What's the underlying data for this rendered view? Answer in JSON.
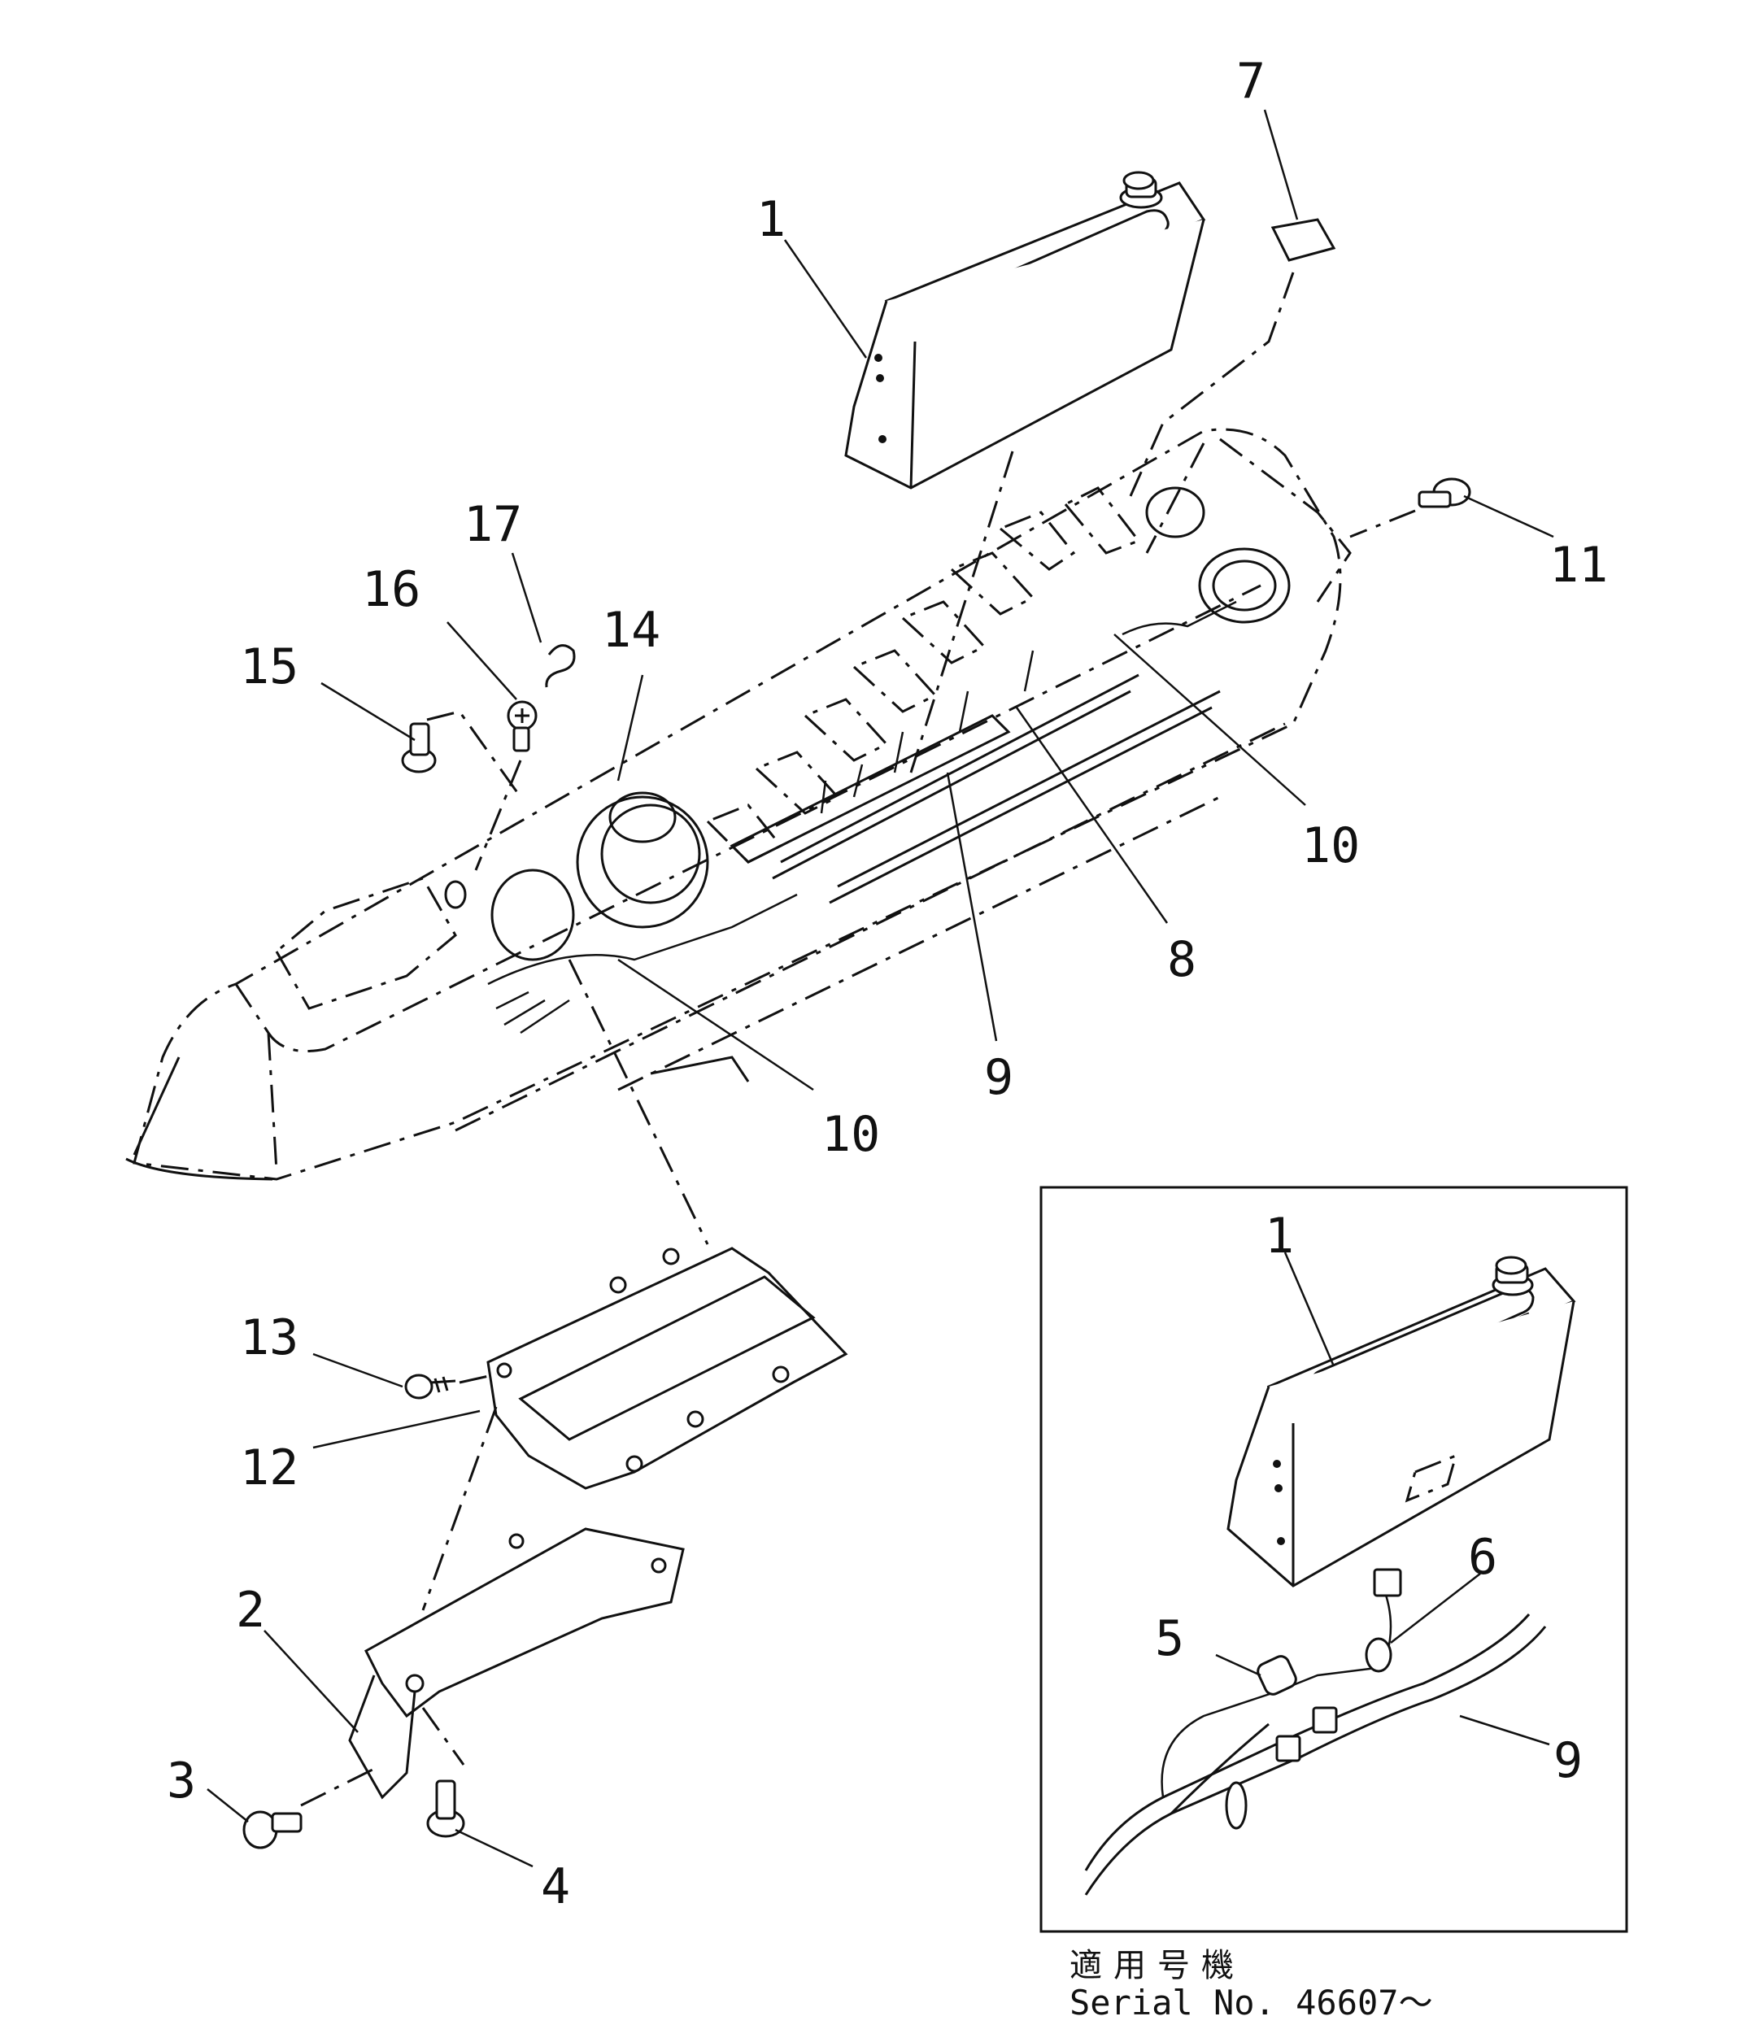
{
  "callouts": [
    "1",
    "7",
    "11",
    "17",
    "16",
    "14",
    "15",
    "10",
    "8",
    "9",
    "10",
    "13",
    "12",
    "2",
    "3",
    "4",
    "1",
    "6",
    "5",
    "9"
  ],
  "serial": {
    "japanese": "適用号機",
    "english": "Serial No. 46607～"
  }
}
